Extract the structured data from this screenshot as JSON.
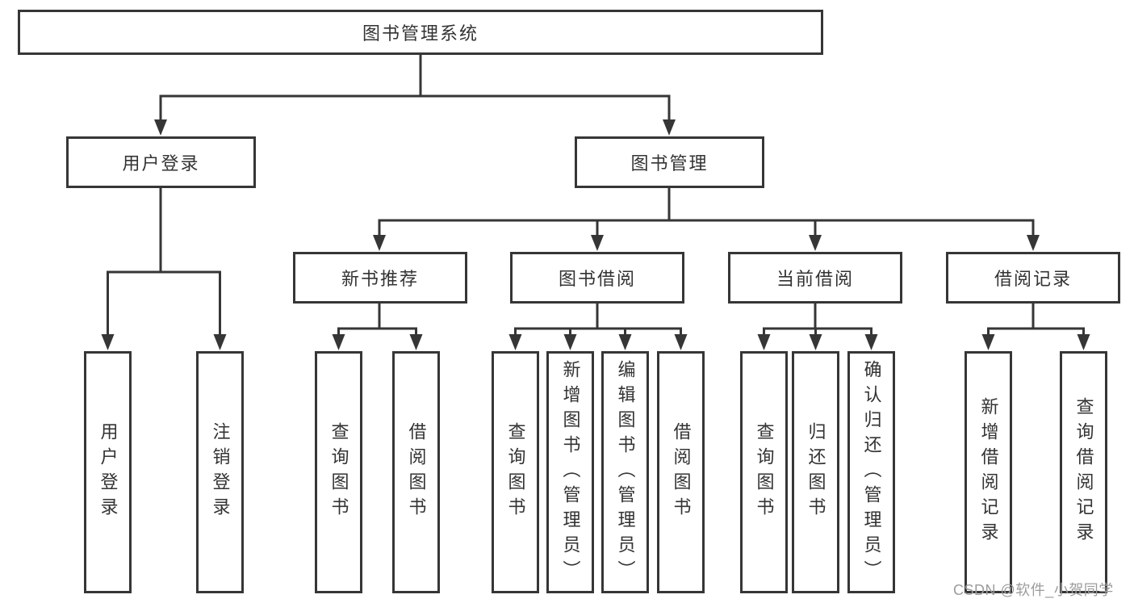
{
  "title": "图书管理系统",
  "nodes": {
    "root": {
      "label": "图书管理系统"
    },
    "level1": [
      {
        "label": "用户登录"
      },
      {
        "label": "图书管理"
      }
    ],
    "level2": [
      {
        "label": "新书推荐"
      },
      {
        "label": "图书借阅"
      },
      {
        "label": "当前借阅"
      },
      {
        "label": "借阅记录"
      }
    ],
    "leaves_user_login": [
      {
        "label": "用户登录"
      },
      {
        "label": "注销登录"
      }
    ],
    "leaves_new_books": [
      {
        "label": "查询图书"
      },
      {
        "label": "借阅图书"
      }
    ],
    "leaves_book_borrow": [
      {
        "label": "查询图书"
      },
      {
        "label": "新增图书（管理员）"
      },
      {
        "label": "编辑图书（管理员）"
      },
      {
        "label": "借阅图书"
      }
    ],
    "leaves_current_borrow": [
      {
        "label": "查询图书"
      },
      {
        "label": "归还图书"
      },
      {
        "label": "确认归还（管理员）"
      }
    ],
    "leaves_borrow_records": [
      {
        "label": "新增借阅记录"
      },
      {
        "label": "查询借阅记录"
      }
    ]
  },
  "watermark": {
    "text": "CSDN @软件_小贺同学"
  },
  "colors": {
    "line": "#363636",
    "box_border": "#363636",
    "text": "#333333",
    "watermark": "#9c9c9c",
    "background": "#ffffff"
  }
}
